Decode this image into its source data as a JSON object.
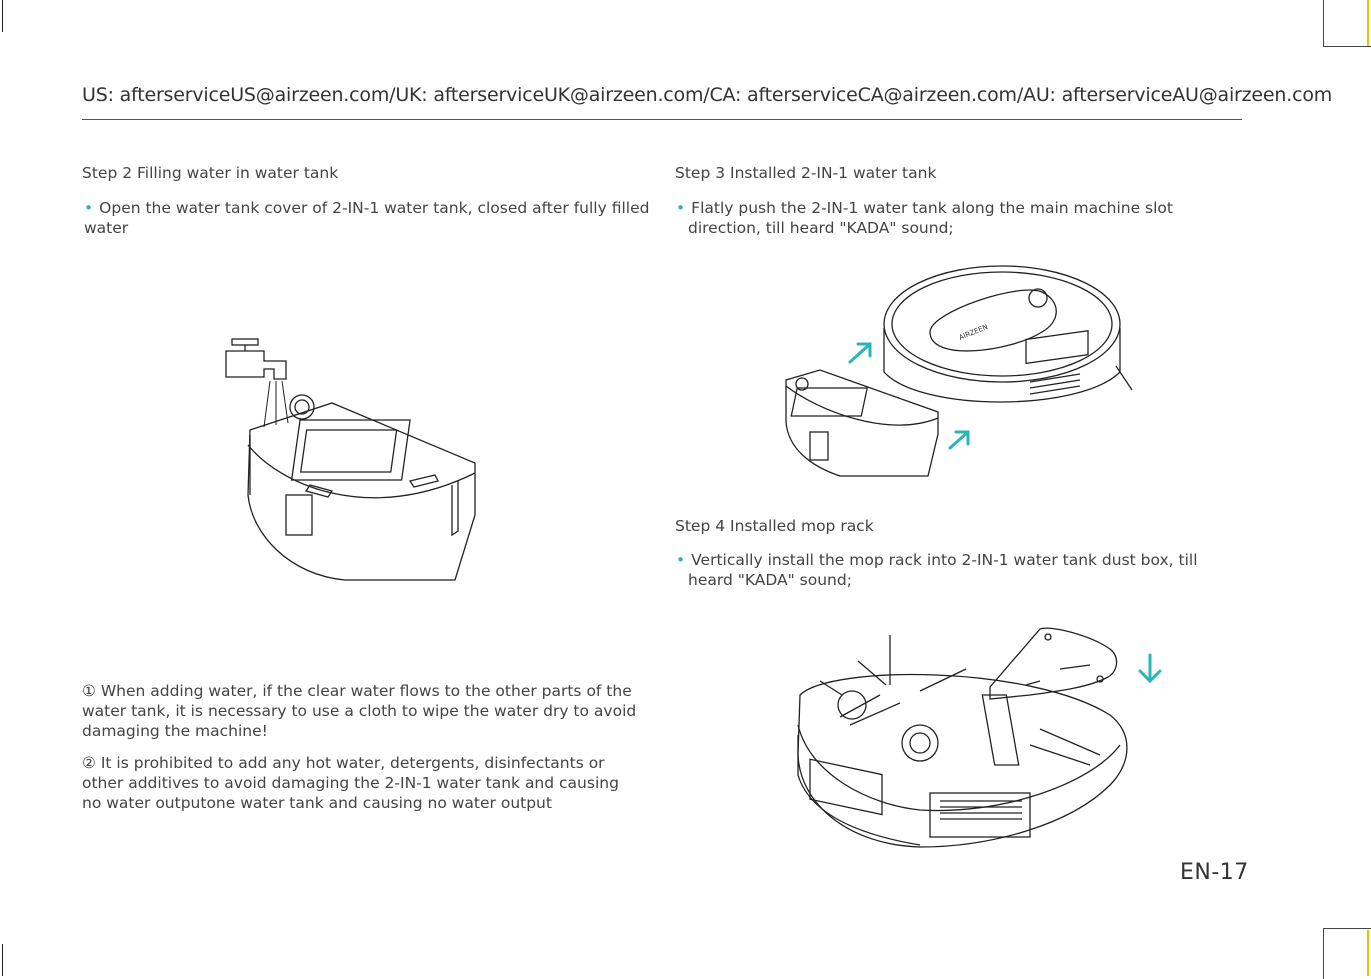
{
  "header": {
    "contacts": "US: afterserviceUS@airzeen.com/UK: afterserviceUK@airzeen.com/CA: afterserviceCA@airzeen.com/AU: afterserviceAU@airzeen.com"
  },
  "step2": {
    "title": "Step 2  Filling water in water tank",
    "bullet": "Open the water tank cover of 2-IN-1 water tank, closed after fully filled water"
  },
  "step3": {
    "title": "Step 3  Installed 2-IN-1 water tank",
    "bullet": "Flatly push the 2-IN-1 water tank along the main machine slot direction, till heard \"KADA\" sound;"
  },
  "step4": {
    "title": "Step 4  Installed mop rack",
    "bullet": "Vertically install the mop rack into 2-IN-1 water tank dust box, till heard \"KADA\" sound;"
  },
  "notes": {
    "note1": "① When adding water, if the clear water flows to the other parts of the water tank, it is necessary to use a cloth to wipe the water dry to avoid damaging the machine!",
    "note2": "② It is prohibited to add any hot water, detergents, disinfectants or other additives to avoid damaging the 2-IN-1 water tank and causing no water outputone water tank and causing no water output"
  },
  "illustrations": {
    "robot_logo": "AIRZEEN"
  },
  "page_number": "EN-17",
  "colors": {
    "accent": "#2bb5b5",
    "text": "#444444",
    "rule": "#555555"
  }
}
